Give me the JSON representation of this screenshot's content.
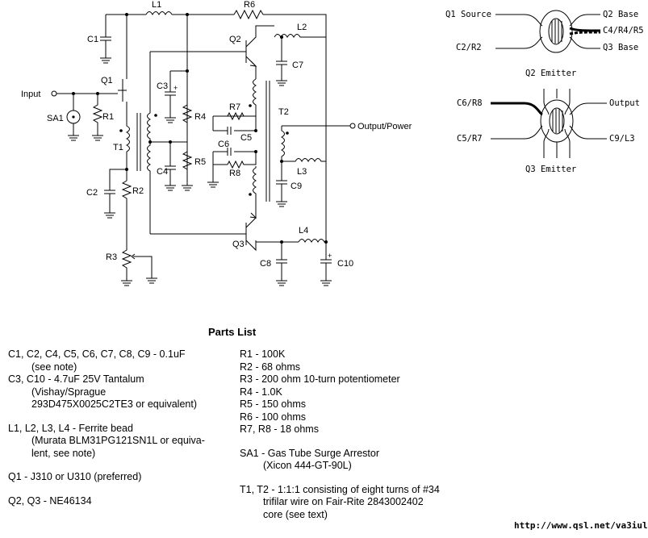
{
  "labels": {
    "input": "Input",
    "output": "Output/Power",
    "sa1": "SA1",
    "r1": "R1",
    "q1": "Q1",
    "c1": "C1",
    "l1": "L1",
    "r6": "R6",
    "q2": "Q2",
    "l2": "L2",
    "c7": "C7",
    "c3": "C3",
    "r4": "R4",
    "t1": "T1",
    "c4": "C4",
    "r5": "R5",
    "r7": "R7",
    "c5": "C5",
    "c6": "C6",
    "r8": "R8",
    "t2": "T2",
    "l3": "L3",
    "c9": "C9",
    "c2": "C2",
    "r2": "R2",
    "r3": "R3",
    "q3": "Q3",
    "l4": "L4",
    "c8": "C8",
    "c10": "C10"
  },
  "toroid1": {
    "q1_source": "Q1 Source",
    "c2_r2": "C2/R2",
    "q2_base": "Q2 Base",
    "c4_r4_r5": "C4/R4/R5",
    "q3_base": "Q3 Base"
  },
  "toroid2": {
    "q2_emitter": "Q2 Emitter",
    "c6_r8": "C6/R8",
    "c5_r7": "C5/R7",
    "output": "Output",
    "c9_l3": "C9/L3",
    "q3_emitter": "Q3 Emitter"
  },
  "parts_list": {
    "title": "Parts List",
    "left": [
      {
        "text": "C1, C2, C4, C5, C6, C7, C8, C9 - 0.1uF",
        "indent": false
      },
      {
        "text": "(see note)",
        "indent": true
      },
      {
        "text": "C3, C10 - 4.7uF 25V Tantalum",
        "indent": false
      },
      {
        "text": "(Vishay/Sprague",
        "indent": true
      },
      {
        "text": "293D475X0025C2TE3 or equivalent)",
        "indent": true
      },
      {
        "text": "",
        "indent": false
      },
      {
        "text": "L1, L2, L3, L4 - Ferrite bead",
        "indent": false
      },
      {
        "text": "(Murata BLM31PG121SN1L or equiva-",
        "indent": true
      },
      {
        "text": "lent, see note)",
        "indent": true
      },
      {
        "text": "",
        "indent": false
      },
      {
        "text": "Q1 - J310 or U310 (preferred)",
        "indent": false
      },
      {
        "text": "",
        "indent": false
      },
      {
        "text": "Q2, Q3 - NE46134",
        "indent": false
      }
    ],
    "right": [
      {
        "text": "R1 - 100K",
        "indent": false
      },
      {
        "text": "R2 - 68 ohms",
        "indent": false
      },
      {
        "text": "R3 - 200 ohm 10-turn potentiometer",
        "indent": false
      },
      {
        "text": "R4 - 1.0K",
        "indent": false
      },
      {
        "text": "R5 - 150 ohms",
        "indent": false
      },
      {
        "text": "R6 - 100 ohms",
        "indent": false
      },
      {
        "text": "R7, R8 - 18 ohms",
        "indent": false
      },
      {
        "text": "",
        "indent": false
      },
      {
        "text": "SA1 - Gas Tube Surge Arrestor",
        "indent": false
      },
      {
        "text": "(Xicon 444-GT-90L)",
        "indent": true
      },
      {
        "text": "",
        "indent": false
      },
      {
        "text": "T1, T2 - 1:1:1 consisting of eight turns of #34",
        "indent": false
      },
      {
        "text": "trifilar wire on Fair-Rite 2843002402",
        "indent": true
      },
      {
        "text": "core (see text)",
        "indent": true
      }
    ],
    "url": "http://www.qsl.net/va3iul/"
  }
}
